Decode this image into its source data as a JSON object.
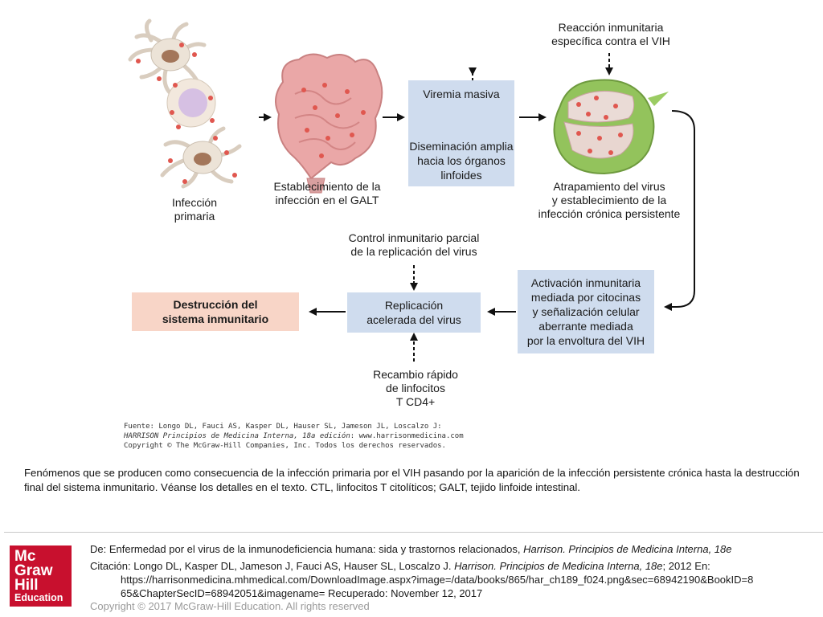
{
  "diagram": {
    "infection_label": [
      "Infección",
      "primaria"
    ],
    "galt_label": [
      "Establecimiento de la",
      "infección en el GALT"
    ],
    "viremia_box": {
      "top": "Viremia masiva",
      "bottom": [
        "Diseminación amplia",
        "hacia los órganos",
        "linfoides"
      ]
    },
    "immune_reaction_label": [
      "Reacción inmunitaria",
      "específica contra el VIH"
    ],
    "trapping_label": [
      "Atrapamiento del virus",
      "y establecimiento de la",
      "infección crónica persistente"
    ],
    "partial_control_label": [
      "Control inmunitario parcial",
      "de la replicación del virus"
    ],
    "activation_box": [
      "Activación inmunitaria",
      "mediada por citocinas",
      "y señalización celular",
      "aberrante mediada",
      "por la envoltura del VIH"
    ],
    "replication_box": [
      "Replicación",
      "acelerada del virus"
    ],
    "destruction_box": [
      "Destrucción del",
      "sistema inmunitario"
    ],
    "turnover_label": [
      "Recambio rápido",
      "de linfocitos",
      "T CD4+"
    ],
    "source": {
      "line1": "Fuente: Longo DL, Fauci AS, Kasper DL, Hauser SL, Jameson JL, Loscalzo J:",
      "line2_italic": "HARRISON Principios de Medicina Interna, 18a edición",
      "line2_rest": ": www.harrisonmedicina.com",
      "line3": "Copyright © The McGraw-Hill Companies, Inc. Todos los derechos reservados."
    },
    "colors": {
      "blue_box": "#cfdcee",
      "pink_box": "#f8d5c7",
      "virus_dot": "#e0574f",
      "gut": "#e79a9a",
      "node_green": "#8cc35a"
    }
  },
  "caption": "Fenómenos que se producen como consecuencia de la infección primaria por el VIH pasando por la aparición de la infección persistente crónica hasta la destrucción final del sistema inmunitario. Véanse los detalles en el texto. CTL, linfocitos T citolíticos; GALT, tejido linfoide intestinal.",
  "footer": {
    "logo": [
      "Mc",
      "Graw",
      "Hill",
      "Education"
    ],
    "from_prefix": "De: ",
    "from_text": "Enfermedad por el virus de la inmunodeficiencia humana: sida y trastornos relacionados, ",
    "from_book": "Harrison. Principios de Medicina Interna, 18e",
    "citation_prefix": "Citación: ",
    "citation_authors": "Longo DL, Kasper DL, Jameson J, Fauci AS, Hauser SL, Loscalzo J",
    "citation_sep": ". ",
    "citation_book": "Harrison. Principios de Medicina Interna, 18e",
    "citation_year": "; 2012 En:",
    "url_line1": "https://harrisonmedicina.mhmedical.com/DownloadImage.aspx?image=/data/books/865/har_ch189_f024.png&sec=68942190&BookID=8",
    "url_line2": "65&ChapterSecID=68942051&imagename= Recuperado: November 12, 2017",
    "copyright": "Copyright © 2017 McGraw-Hill Education. All rights reserved"
  }
}
